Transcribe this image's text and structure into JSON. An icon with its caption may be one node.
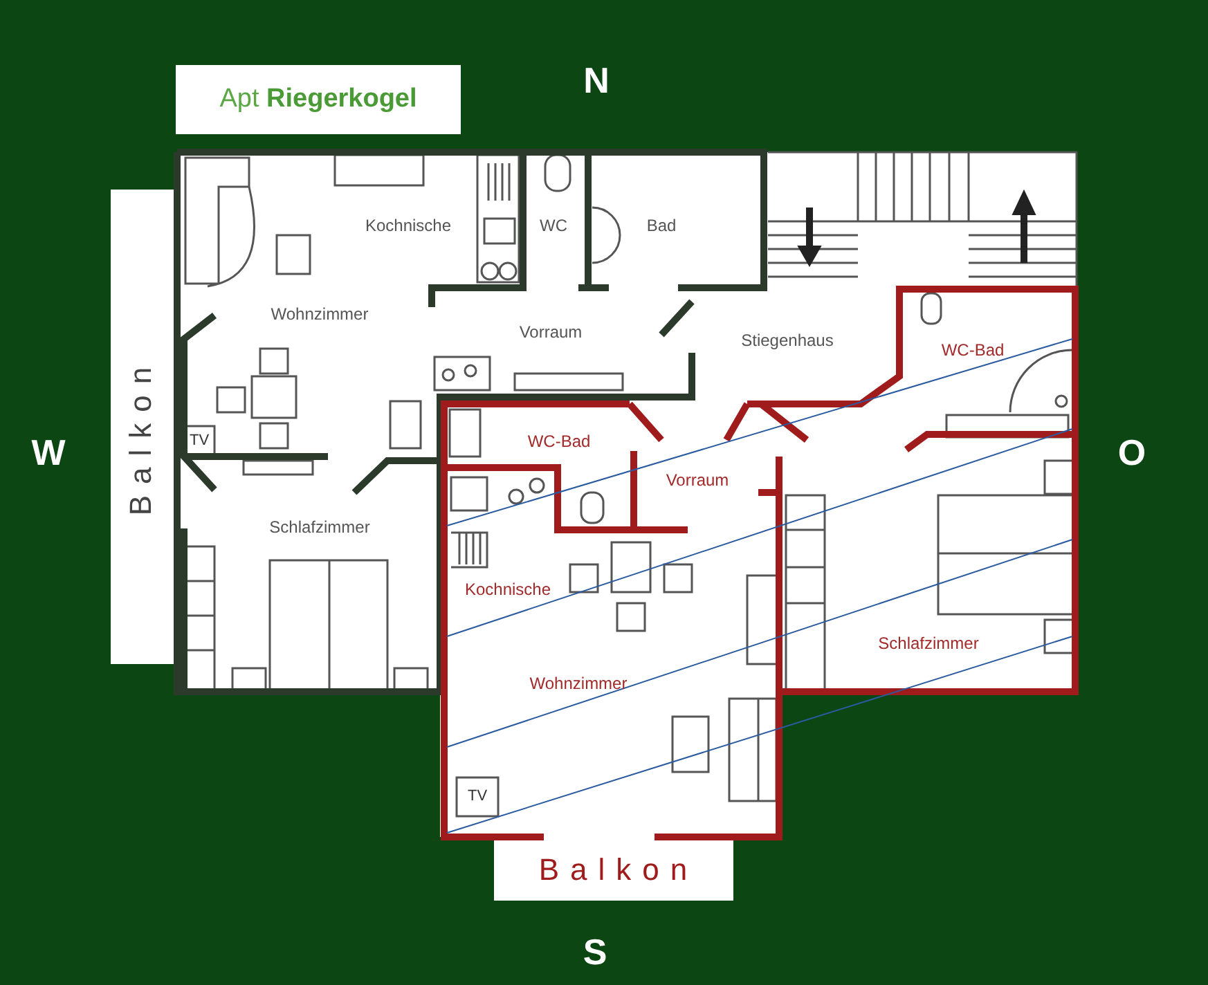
{
  "diagram": {
    "title": "Apt **Riegerkogel**",
    "labels": [
      "N",
      "Kochnische",
      "WC",
      "Bad",
      "Wohnzimmer",
      "Vorraum",
      "Stiegenhaus",
      "WC-Bad",
      "Balkon",
      "W",
      "TV",
      "WC-Bad",
      "Vorraum",
      "O",
      "Schlafzimmer",
      "Kochnische",
      "Schlafzimmer",
      "Wohnzimmer",
      "TV",
      "Balkon",
      "S"
    ]
  }
}
